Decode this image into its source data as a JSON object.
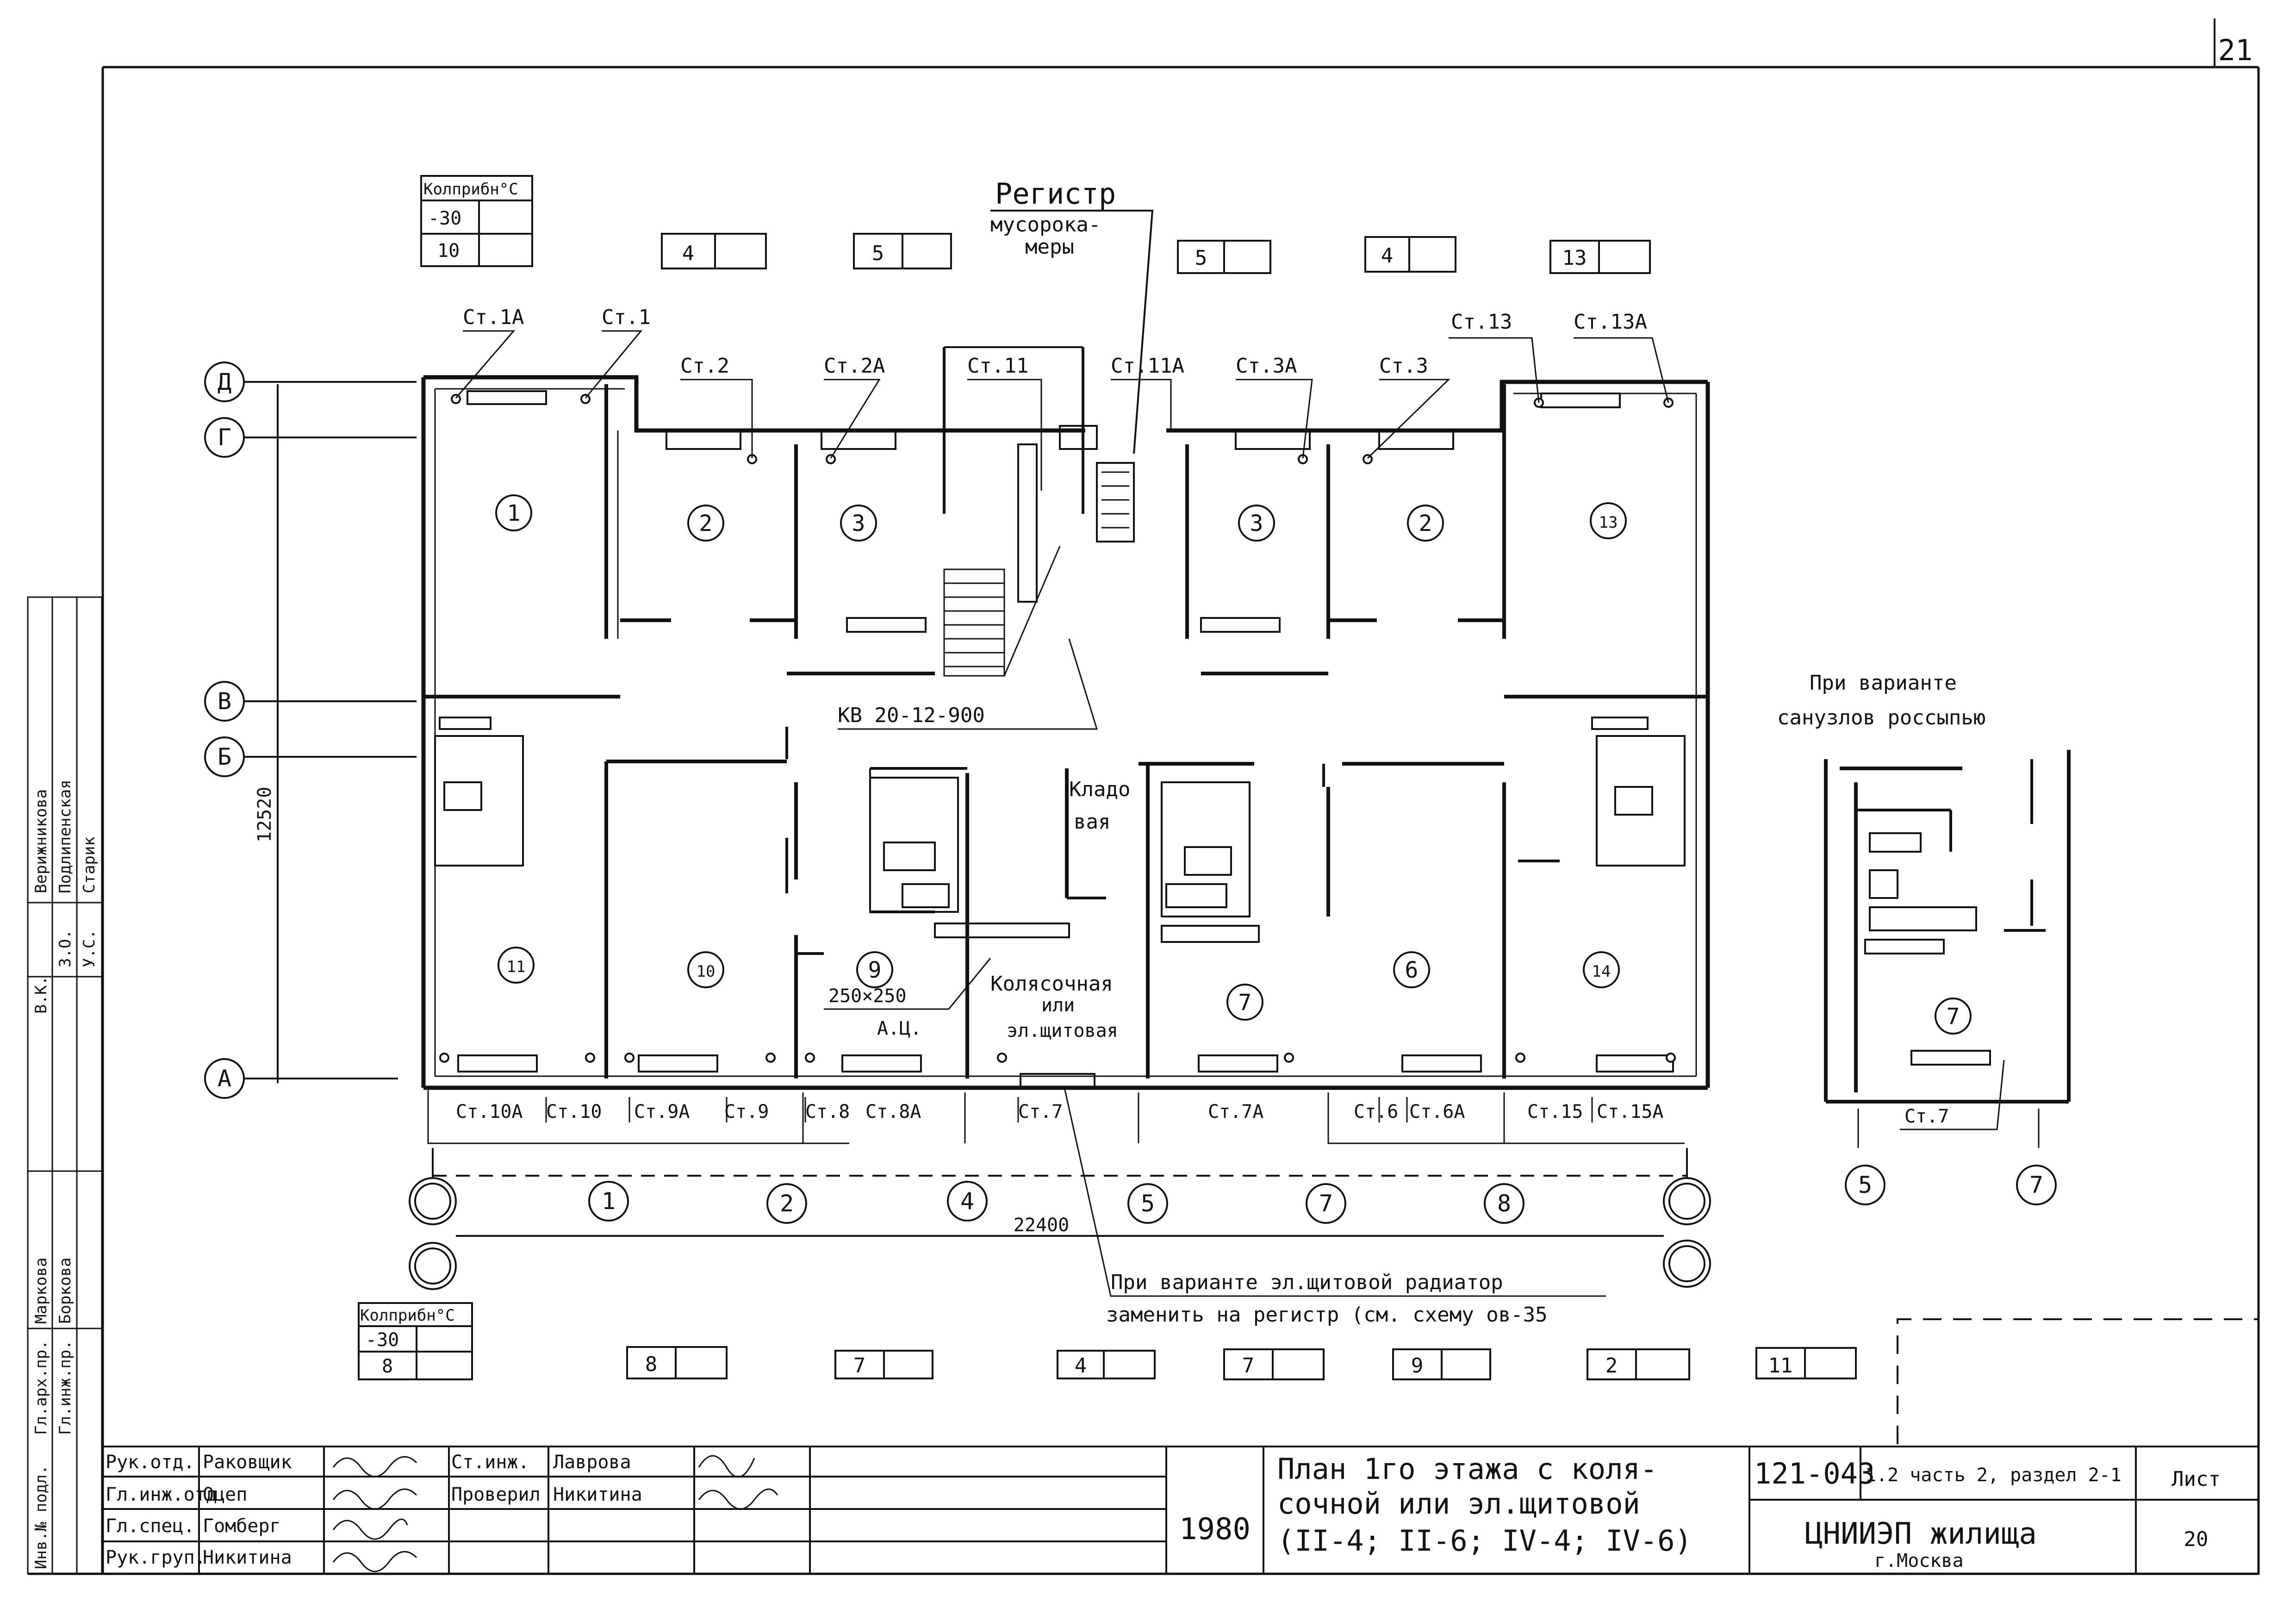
{
  "sheet": {
    "sheet_corner": "21",
    "top_note_title": "Регистр",
    "top_note_sub1": "мусорока-",
    "top_note_sub2": "меры",
    "right_note_line1": "При варианте",
    "right_note_line2": "санузлов россыпью",
    "bottom_note_line1": "При варианте эл.щитовой радиатор",
    "bottom_note_line2": "заменить на регистр (см. схему ов-35",
    "kv_label": "КВ 20-12-900",
    "duct_size": "250×250",
    "duct_label": "А.Ц.",
    "stroller_line1": "Колясочная",
    "stroller_line2": "или",
    "stroller_line3": "эл.щитовая",
    "storage_line1": "Кладо",
    "storage_line2": "вая",
    "dim_width": "22400",
    "dim_height": "12520"
  },
  "legend_table": {
    "header": "Колприбн°С",
    "top": {
      "r1": "-30",
      "r2": "10"
    },
    "bottom": {
      "r1": "-30",
      "r2": "8"
    }
  },
  "boxes_top": [
    "4",
    "5",
    "5",
    "4",
    "13"
  ],
  "boxes_bottom": [
    "8",
    "7",
    "4",
    "7",
    "9",
    "2",
    "11"
  ],
  "axes_rows": [
    "Д",
    "Г",
    "В",
    "Б",
    "А"
  ],
  "axes_cols": [
    "1",
    "2",
    "4",
    "5",
    "7",
    "8"
  ],
  "axes_cols_right": [
    "5",
    "7"
  ],
  "rooms": {
    "r1": "1",
    "r2": "2",
    "r3": "3",
    "r3b": "3",
    "r2b": "2",
    "r13": "13",
    "r11": "11",
    "r10": "10",
    "r9": "9",
    "r7": "7",
    "r6": "6",
    "r14": "14",
    "r7right": "7"
  },
  "risers_top": [
    "Ст.1А",
    "Ст.1",
    "Ст.2",
    "Ст.2А",
    "Ст.11",
    "Ст.11А",
    "Ст.3А",
    "Ст.3",
    "Ст.13",
    "Ст.13А"
  ],
  "risers_bottom": [
    "Ст.10А",
    "Ст.10",
    "Ст.9А",
    "Ст.9",
    "Ст.8",
    "Ст.8А",
    "Ст.7",
    "Ст.7А",
    "Ст.6",
    "Ст.6А",
    "Ст.15",
    "Ст.15А"
  ],
  "riser_right": "Ст.7",
  "side_stamp": [
    "Инв.№ подл.",
    "Гл.арх.пр.",
    "Гл.инж.пр.",
    "Маркова",
    "Боркова",
    "В.К.",
    "Верижникова",
    "З.О.",
    "Подлипенская",
    "У.С.",
    "Старик"
  ],
  "title_block": {
    "people": [
      [
        "Рук.отд.",
        "Раковщик"
      ],
      [
        "Гл.инж.отд.",
        "Оцеп"
      ],
      [
        "Гл.спец.",
        "Гомберг"
      ],
      [
        "Рук.груп.",
        "Никитина"
      ]
    ],
    "people2": [
      [
        "Ст.инж.",
        "Лаврова"
      ],
      [
        "Проверил",
        "Никитина"
      ]
    ],
    "year": "1980",
    "title_line1": "План 1го этажа с коля-",
    "title_line2": "сочной или эл.щитовой",
    "title_line3": "(II-4; II-6; IV-4; IV-6)",
    "code": "121-043",
    "part": "1.2 часть 2, раздел 2-1",
    "org": "ЦНИИЭП жилища",
    "city": "г.Москва",
    "sheet_label": "Лист",
    "sheet_no": "20"
  },
  "colors": {
    "ink": "#111111",
    "paper": "#ffffff"
  }
}
